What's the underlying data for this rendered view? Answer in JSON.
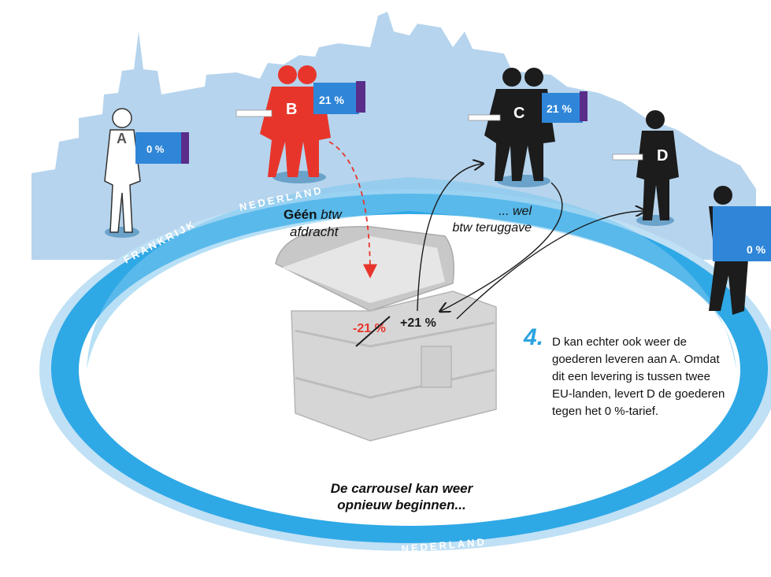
{
  "actors": [
    {
      "letter": "A",
      "color": "#ffffff",
      "rate": "0 %"
    },
    {
      "letter": "B",
      "color": "#e8352b",
      "rate": "21 %"
    },
    {
      "letter": "C",
      "color": "#1c1c1c",
      "rate": "21 %"
    },
    {
      "letter": "D",
      "color": "#1c1c1c",
      "rate": "0 %"
    }
  ],
  "ring_labels": {
    "frankrijk": "FRANKRIJK",
    "nederland": "NEDERLAND"
  },
  "chest": {
    "minus": "-21 %",
    "plus": "+21 %"
  },
  "geen": {
    "bold_word": "Géén",
    "italic_rest": "btw",
    "line2": "afdracht"
  },
  "wel": {
    "line1": "... wel",
    "line2": "btw teruggave"
  },
  "step": {
    "number": "4.",
    "lines": [
      "D kan echter ook weer de",
      "goederen leveren aan A. Omdat",
      "dit een levering is tussen twee",
      "EU-landen, levert D de goederen",
      "tegen het 0 %-tarief."
    ]
  },
  "footer": {
    "line1": "De carrousel kan weer",
    "line2": "opnieuw beginnen..."
  },
  "colors": {
    "ring_outer": "#2fa8e6",
    "ring_light": "#bfe0f5",
    "skyline": "#a9cdea",
    "red": "#e8352b",
    "dark": "#1c1c1c"
  }
}
